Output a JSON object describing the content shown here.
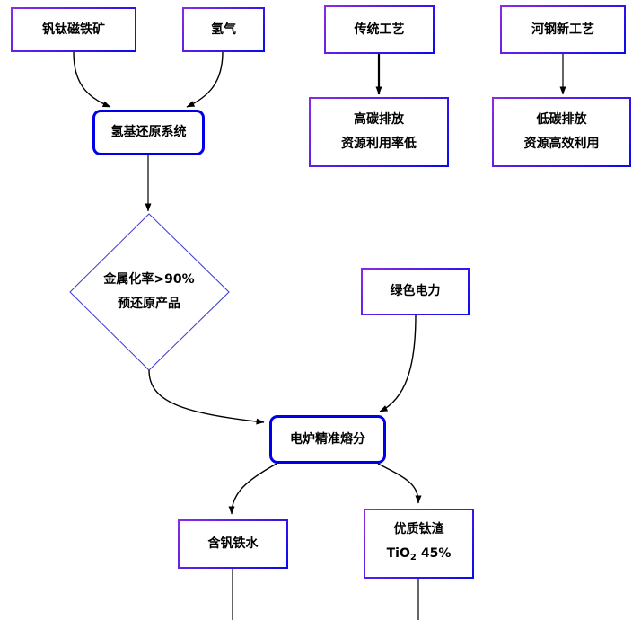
{
  "diagram": {
    "nodes": {
      "ore": {
        "label": "钒钛磁铁矿"
      },
      "hydrogen": {
        "label": "氢气"
      },
      "traditional": {
        "label": "传统工艺"
      },
      "hbis_new": {
        "label": "河钢新工艺"
      },
      "reduction_system": {
        "label": "氢基还原系统"
      },
      "high_carbon": {
        "line1": "高碳排放",
        "line2": "资源利用率低"
      },
      "low_carbon": {
        "line1": "低碳排放",
        "line2": "资源高效利用"
      },
      "decision": {
        "line1": "金属化率>90%",
        "line2": "预还原产品"
      },
      "green_power": {
        "label": "绿色电力"
      },
      "furnace": {
        "label": "电炉精准熔分"
      },
      "vanadium_iron": {
        "label": "含钒铁水"
      },
      "titanium_slag": {
        "line1": "优质钛渣",
        "tio2_prefix": "TiO",
        "tio2_sub": "2",
        "tio2_suffix": "45%"
      }
    },
    "colors": {
      "box_border_start": "#8a2be2",
      "box_border_end": "#0a0aee",
      "rounded_border": "#0000e6",
      "diamond_border": "#3a3acc",
      "arrow": "#000000",
      "text": "#000000",
      "background": "#ffffff"
    }
  }
}
